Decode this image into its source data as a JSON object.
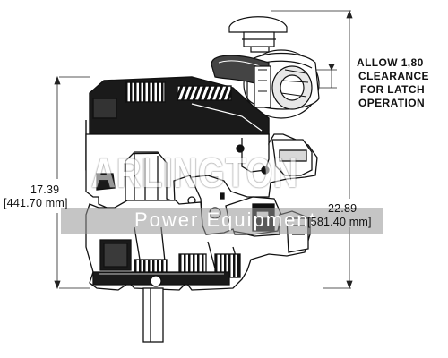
{
  "dimensions": {
    "height_in": "17.39",
    "height_mm": "[441.70 mm]",
    "width_in": "22.89",
    "width_mm": "[581.40 mm]"
  },
  "clearance_note": {
    "line1": "ALLOW 1,80",
    "line2": "CLEARANCE",
    "line3": "FOR LATCH",
    "line4": "OPERATION"
  },
  "watermark": {
    "line1": "ARLINGTON",
    "line2": "Power Equipment"
  }
}
